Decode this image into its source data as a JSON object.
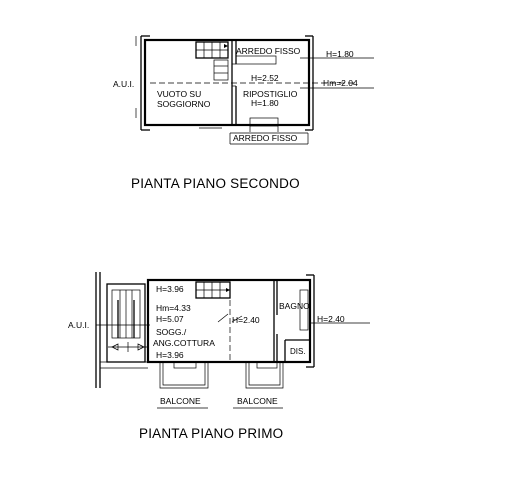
{
  "upper_floor": {
    "title": "PIANTA PIANO SECONDO",
    "labels": {
      "aui": "A.U.I.",
      "vuoto_line1": "VUOTO SU",
      "vuoto_line2": "SOGGIORNO",
      "arredo_fisso_top": "ARREDO FISSO",
      "arredo_fisso_bottom": "ARREDO FISSO",
      "ripostiglio": "RIPOSTIGLIO",
      "h_252": "H=2.52",
      "h_180_inside": "H=1.80",
      "h_180_right": "H=1.80",
      "hm_204": "Hm=2.04"
    }
  },
  "lower_floor": {
    "title": "PIANTA PIANO PRIMO",
    "labels": {
      "aui": "A.U.I.",
      "h_396_top": "H=3.96",
      "hm_433": "Hm=4.33",
      "h_507": "H=5.07",
      "sogg_line1": "SOGG./",
      "sogg_line2": "ANG.COTTURA",
      "h_396_bottom": "H=3.96",
      "h_240_inside": "H=2.40",
      "bagno": "BAGNO",
      "h_240_right": "H=2.40",
      "dis": "DIS.",
      "balcone_left": "BALCONE",
      "balcone_right": "BALCONE"
    }
  }
}
